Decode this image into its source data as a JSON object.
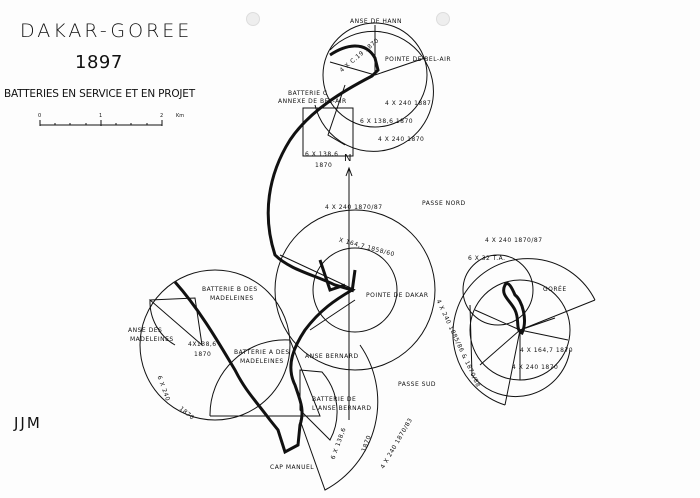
{
  "header": {
    "title": "DAKAR-GOREE",
    "year": "1897",
    "subtitle": "BATTERIES EN SERVICE ET EN PROJET"
  },
  "scale": {
    "ticks": [
      "0",
      "1",
      "2"
    ],
    "unit": "Km"
  },
  "signature": "JJM",
  "north": "N",
  "labels": {
    "anse_hann": "Anse de Hann",
    "pointe_belair": "Pointe de Bel-Air",
    "belair_gun1": "4 x C.19 1870",
    "belair_gun2": "4 x 240 1887",
    "belair_gun3": "6 x 138,6 1870",
    "belair_gun4": "4 x 240 1870",
    "batterie_c": "Batterie C",
    "batterie_c2": "Annexe de Bel-Air",
    "batterie_c_gun": "6 x 138,6",
    "batterie_c_year": "1870",
    "passe_nord": "Passe Nord",
    "dakar_gun1": "4 x 240 1870/87",
    "dakar_gun2": "x 164,7 1858/60",
    "pointe_dakar": "Pointe de Dakar",
    "goree_gun1": "4 x 240 1870/87",
    "goree_gun2": "6 x 32 T.A.",
    "goree": "Gorée",
    "goree_gun3": "4 x 240 1885/86 & 1870/88",
    "goree_gun4": "4 x 164,7 1870",
    "goree_gun5": "4 x 240 1870",
    "batterie_b": "Batterie B des",
    "batterie_b2": "Madeleines",
    "anse_madeleines": "Anse des",
    "anse_madeleines2": "Madeleines",
    "mad_gun1": "4x138,6",
    "mad_gun1y": "1870",
    "mad_gun2": "6 x 240",
    "mad_gun2y": "1870",
    "batterie_a": "Batterie A des",
    "batterie_a2": "Madeleines",
    "anse_bernard": "Anse Bernard",
    "passe_sud": "Passe Sud",
    "batterie_ab": "Batterie de",
    "batterie_ab2": "l'Anse Bernard",
    "ab_gun1": "6 x 138,6",
    "ab_gun1y": "1870",
    "ab_gun2": "4 x 240 1870/83",
    "cap_manuel": "Cap Manuel"
  },
  "colors": {
    "ink": "#111111",
    "paper": "#fdfdfd"
  }
}
